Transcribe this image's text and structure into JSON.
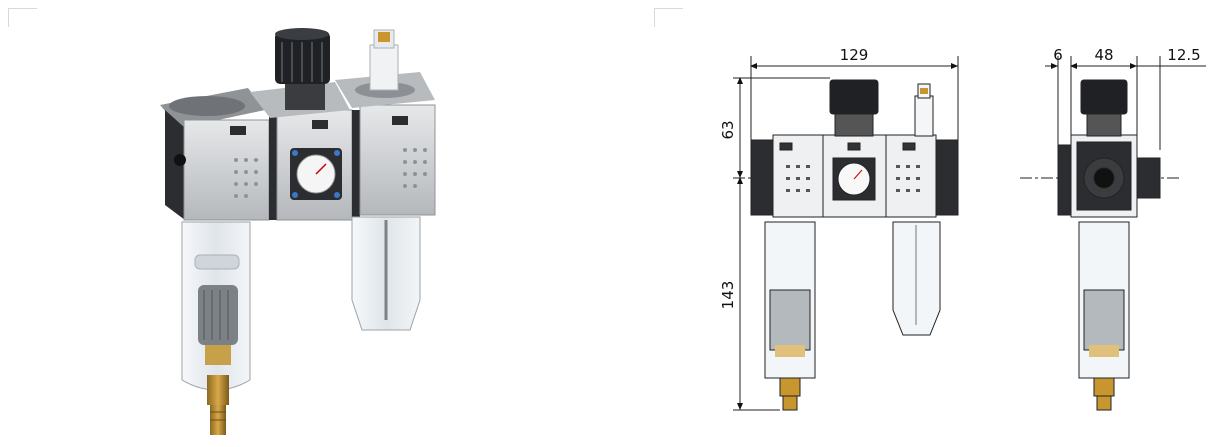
{
  "dimensions": {
    "overall_width": "129",
    "top_height": "63",
    "bottom_height": "143",
    "side_left": "6",
    "side_body": "48",
    "side_right": "12.5"
  },
  "colors": {
    "body_light": "#d4d6d8",
    "body_mid": "#b9bcbf",
    "end_cap": "#2b2d30",
    "bowl": "#e9eef2",
    "brass": "#c8962e",
    "knob": "#1f2124"
  },
  "icons": [
    "pressure-gauge-icon",
    "adjusting-knob-icon",
    "drain-valve-icon"
  ]
}
